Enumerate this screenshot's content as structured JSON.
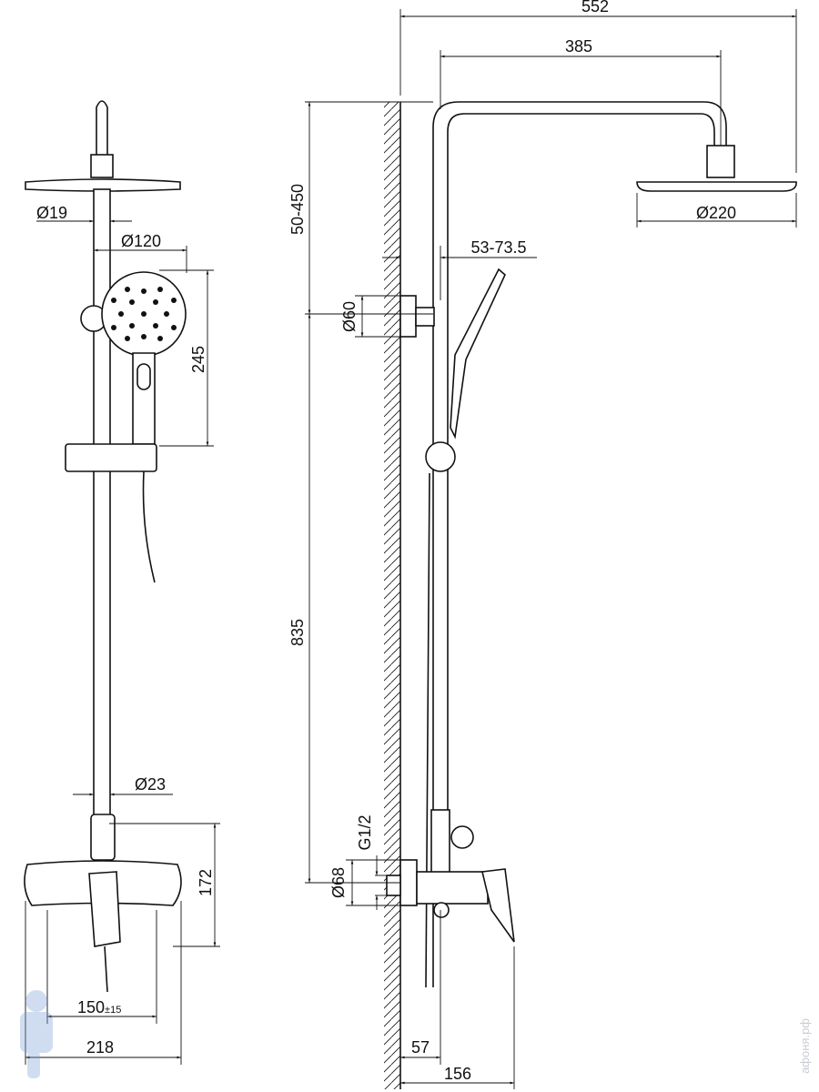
{
  "left_view": {
    "dim_pipe_diameter": "Ø19",
    "dim_hand_shower_diameter": "Ø120",
    "dim_hand_shower_height": "245",
    "dim_rail_diameter": "Ø23",
    "dim_mixer_height": "172",
    "dim_inlet_spacing": "150",
    "dim_inlet_tolerance": "±15",
    "dim_mixer_width": "218"
  },
  "side_view": {
    "dim_total_reach": "552",
    "dim_arm_reach": "385",
    "dim_top_height": "50-450",
    "dim_head_diameter": "Ø220",
    "dim_wall_offset": "53-73.5",
    "dim_bracket_diameter": "Ø60",
    "dim_rail_height": "835",
    "dim_thread": "G1/2",
    "dim_flange_diameter": "Ø68",
    "dim_mixer_depth": "57",
    "dim_mixer_projection": "156"
  },
  "watermark": "афоня.рф"
}
